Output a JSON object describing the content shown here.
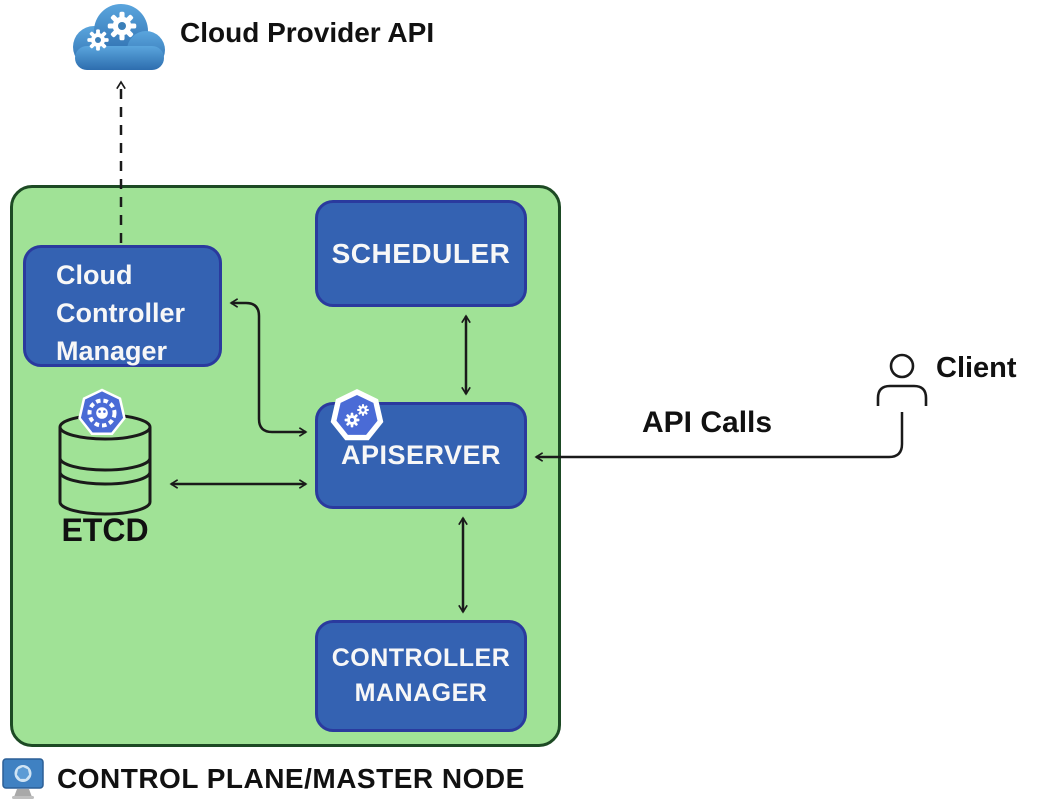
{
  "cloud": {
    "label": "Cloud Provider API"
  },
  "client": {
    "label": "Client"
  },
  "api_calls_label": "API Calls",
  "control_plane": {
    "caption": "CONTROL PLANE/MASTER NODE",
    "nodes": {
      "cloud_controller_manager": {
        "line1": "Cloud",
        "line2": "Controller",
        "line3": "Manager"
      },
      "scheduler": {
        "label": "SCHEDULER"
      },
      "apiserver": {
        "label": "APISERVER"
      },
      "etcd": {
        "label": "ETCD"
      },
      "controller_manager": {
        "line1": "CONTROLLER",
        "line2": "MANAGER"
      }
    }
  },
  "connections": [
    {
      "from": "cloud_controller_manager",
      "to": "cloud_provider_api",
      "style": "dashed",
      "direction": "one-way"
    },
    {
      "from": "cloud_controller_manager",
      "to": "apiserver",
      "style": "solid",
      "direction": "two-way"
    },
    {
      "from": "scheduler",
      "to": "apiserver",
      "style": "solid",
      "direction": "two-way"
    },
    {
      "from": "etcd",
      "to": "apiserver",
      "style": "solid",
      "direction": "two-way"
    },
    {
      "from": "controller_manager",
      "to": "apiserver",
      "style": "solid",
      "direction": "two-way"
    },
    {
      "from": "client",
      "to": "apiserver",
      "style": "solid",
      "direction": "one-way",
      "label": "API Calls"
    }
  ],
  "colors": {
    "plane_fill": "#A0E296",
    "plane_border": "#1d4a24",
    "node_fill": "#3462b2",
    "node_border": "#2a3a9e",
    "node_text": "#f7f7f7",
    "kubernetes_icon_blue": "#4a6bd6",
    "cloud_icon_blue_top": "#5aa5dd",
    "cloud_icon_blue_bottom": "#2d6dae",
    "monitor_icon_blue": "#3f81c2",
    "line_color": "#1a1a1a",
    "label_text": "#111111"
  }
}
